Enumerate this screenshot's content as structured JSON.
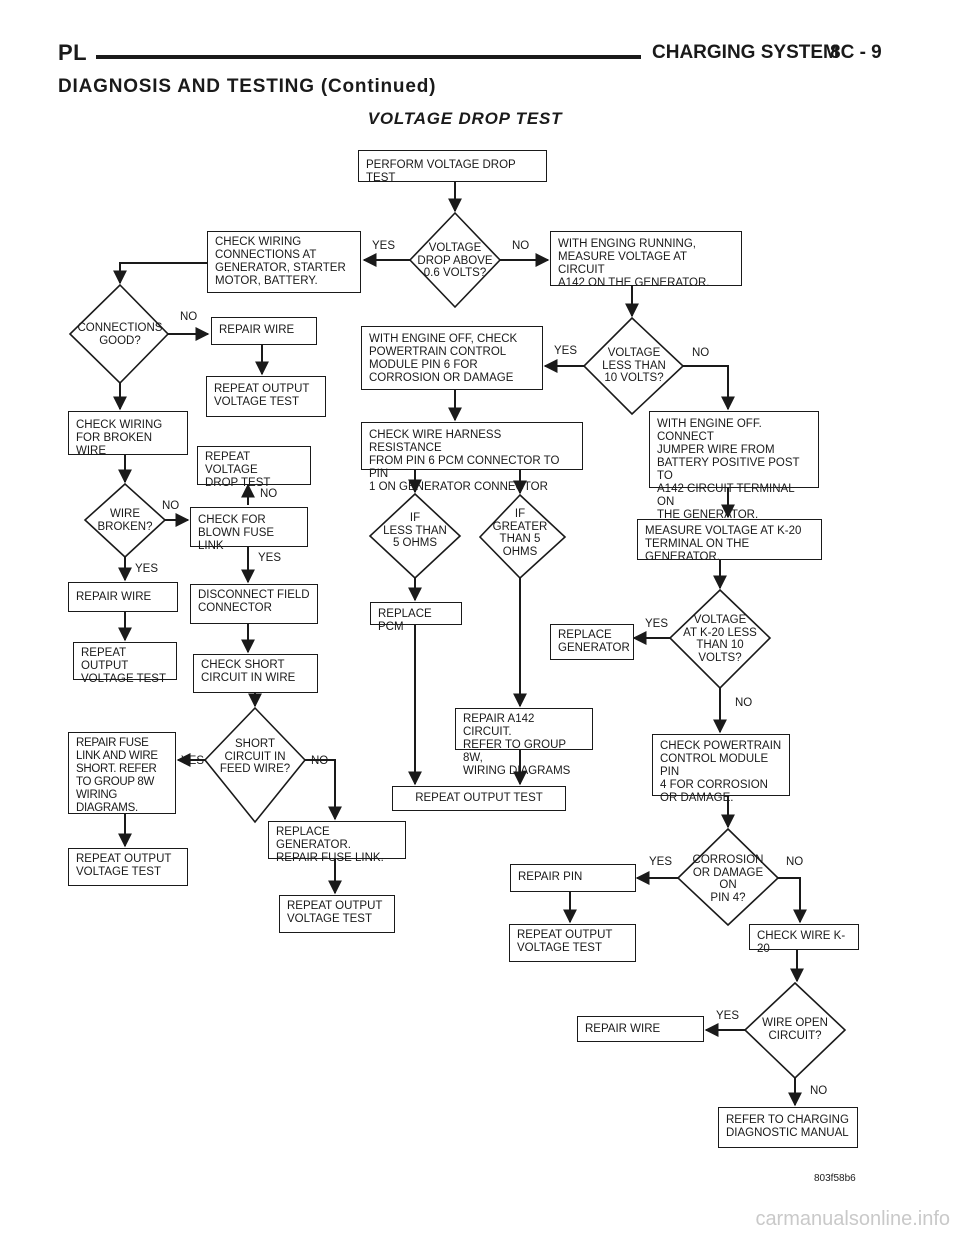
{
  "header": {
    "left": "PL",
    "right": "CHARGING SYSTEM",
    "page": "8C - 9"
  },
  "section_title": "DIAGNOSIS AND TESTING (Continued)",
  "diagram_title": "VOLTAGE DROP TEST",
  "boxes": {
    "perform": "PERFORM VOLTAGE DROP TEST",
    "check_wiring_conn": "CHECK WIRING\nCONNECTIONS AT\nGENERATOR, STARTER\nMOTOR, BATTERY.",
    "measure_a142": "WITH ENGING RUNNING,\nMEASURE VOLTAGE AT CIRCUIT\nA142 ON THE GENERATOR.",
    "repair_wire_1": "REPAIR WIRE",
    "repeat_output_1": "REPEAT OUTPUT\nVOLTAGE TEST",
    "engine_off_check": "WITH ENGINE OFF, CHECK\nPOWERTRAIN CONTROL\nMODULE PIN 6 FOR\nCORROSION OR DAMAGE",
    "check_broken": "CHECK WIRING\nFOR BROKEN WIRE",
    "repeat_vdrop": "REPEAT VOLTAGE\nDROP TEST",
    "harness_res": "CHECK WIRE HARNESS RESISTANCE\nFROM PIN 6 PCM CONNECTOR TO PIN\n1 ON GENERATOR CONNECTOR",
    "jumper": "WITH ENGINE OFF. CONNECT\nJUMPER WIRE FROM\nBATTERY POSITIVE POST TO\nA142 CIRCUIT TERMINAL ON\nTHE GENERATOR.",
    "check_fuse": "CHECK FOR\nBLOWN FUSE LINK",
    "measure_k20": "MEASURE VOLTAGE AT K-20\nTERMINAL ON THE GENERATOR.",
    "repair_wire_2": "REPAIR WIRE",
    "disconnect_field": "DISCONNECT FIELD\nCONNECTOR",
    "replace_pcm": "REPLACE PCM",
    "replace_gen_1": "REPLACE\nGENERATOR",
    "repeat_output_2": "REPEAT OUTPUT\nVOLTAGE TEST",
    "check_short": "CHECK SHORT\nCIRCUIT IN WIRE",
    "repair_a142": "REPAIR A142 CIRCUIT.\nREFER TO GROUP 8W,\nWIRING DIAGRAMS",
    "check_pcm_pin4": "CHECK POWERTRAIN\nCONTROL MODULE PIN\n4  FOR CORROSION\nOR DAMAGE.",
    "repair_fuse": "REPAIR FUSE\nLINK AND WIRE\nSHORT. REFER\nTO GROUP 8W\nWIRING\nDIAGRAMS.",
    "repeat_output_test": "REPEAT OUTPUT TEST",
    "replace_gen_2": "REPLACE GENERATOR.\nREPAIR FUSE LINK.",
    "repeat_output_3": "REPEAT OUTPUT\nVOLTAGE TEST",
    "repair_pin": "REPAIR PIN",
    "repeat_output_4": "REPEAT OUTPUT\nVOLTAGE TEST",
    "repeat_output_5": "REPEAT OUTPUT\nVOLTAGE TEST",
    "check_k20": "CHECK WIRE K-20",
    "repair_wire_3": "REPAIR WIRE",
    "refer_manual": "REFER TO CHARGING\nDIAGNOSTIC MANUAL"
  },
  "decisions": {
    "vdrop": "VOLTAGE\nDROP ABOVE\n0.6 VOLTS?",
    "connections": "CONNECTIONS\nGOOD?",
    "less10": "VOLTAGE\nLESS THAN\n10 VOLTS?",
    "wire_broken": "WIRE\nBROKEN?",
    "lt5": "IF\nLESS THAN\n5 OHMS",
    "gt5": "IF\nGREATER\nTHAN 5\nOHMS",
    "k20": "VOLTAGE\nAT K-20 LESS\nTHAN 10\nVOLTS?",
    "short_feed": "SHORT\nCIRCUIT IN\nFEED WIRE?",
    "corrosion": "CORROSION\nOR DAMAGE\nON\nPIN 4?",
    "wire_open": "WIRE OPEN\nCIRCUIT?"
  },
  "labels": {
    "yes": "YES",
    "no": "NO"
  },
  "figure_code": "803f58b6",
  "watermark": "carmanualsonline.info"
}
